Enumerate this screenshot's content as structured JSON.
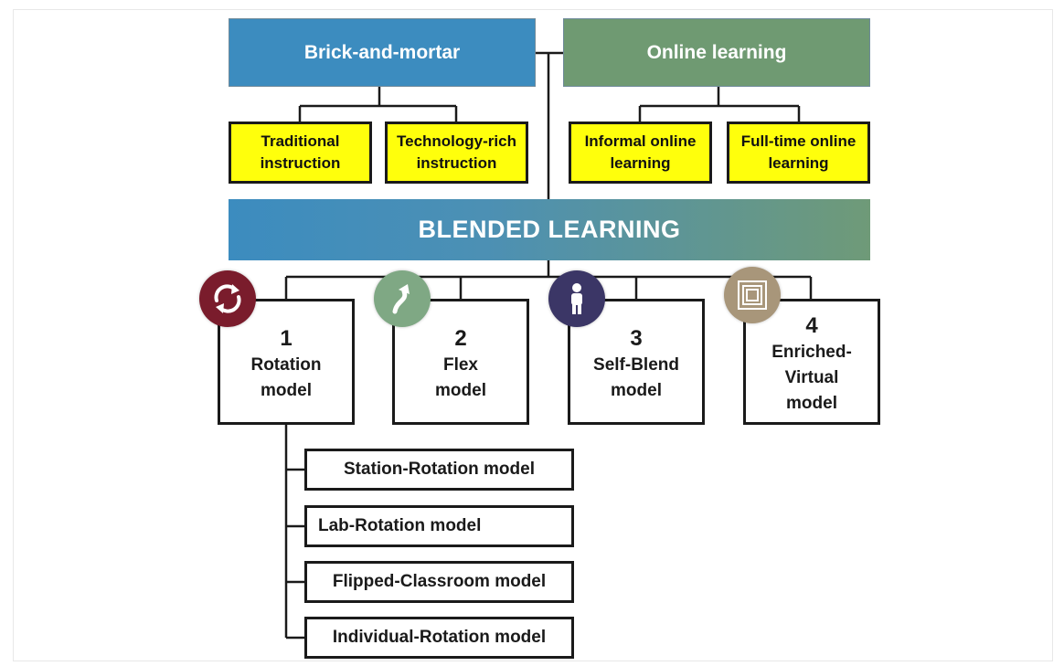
{
  "top": {
    "brick": {
      "label": "Brick-and-mortar"
    },
    "online": {
      "label": "Online learning"
    }
  },
  "brick_children": [
    "Traditional instruction",
    "Technology-rich instruction"
  ],
  "online_children": [
    "Informal online learning",
    "Full-time online learning"
  ],
  "blended": {
    "label": "BLENDED LEARNING"
  },
  "models": [
    {
      "num": "1",
      "label": "Rotation model",
      "icon": "rotation-arrows-icon",
      "icon_color": "#7a1c2c"
    },
    {
      "num": "2",
      "label": "Flex model",
      "icon": "flex-curve-icon",
      "icon_color": "#7fa884"
    },
    {
      "num": "3",
      "label": "Self-Blend model",
      "icon": "person-icon",
      "icon_color": "#3b3666"
    },
    {
      "num": "4",
      "label": "Enriched-Virtual model",
      "icon": "layered-frames-icon",
      "icon_color": "#a8967a"
    }
  ],
  "rotation_submodels": [
    "Station-Rotation model",
    "Lab-Rotation model",
    "Flipped-Classroom model",
    "Individual-Rotation model"
  ],
  "colors": {
    "brick_blue": "#3c8cbf",
    "online_green": "#6f9a72",
    "yellow": "#ffff0c"
  }
}
